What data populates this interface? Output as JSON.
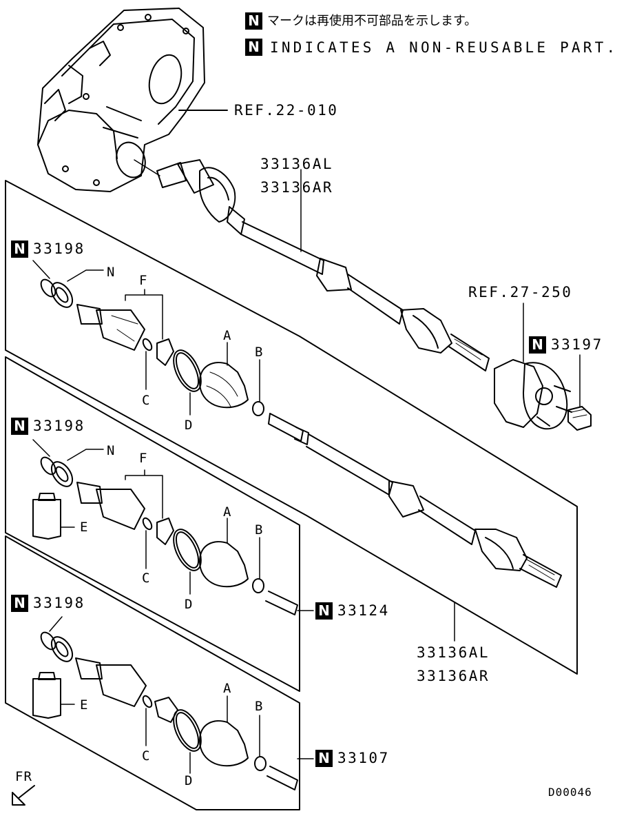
{
  "legend": {
    "badge": "N",
    "japanese": "マークは再使用不可部品を示します。",
    "english": "INDICATES A NON-REUSABLE PART."
  },
  "refs": {
    "transaxle": "REF.22-010",
    "hub": "REF.27-250"
  },
  "parts": {
    "shaft_top_l": "33136AL",
    "shaft_top_r": "33136AR",
    "shaft_bot_l": "33136AL",
    "shaft_bot_r": "33136AR",
    "nut": "33197",
    "ring_1": "33198",
    "ring_2": "33198",
    "ring_3": "33198",
    "kit_1": "33124",
    "kit_2": "33107"
  },
  "letters": {
    "N": "N",
    "F": "F",
    "C": "C",
    "D": "D",
    "A": "A",
    "B": "B",
    "E": "E"
  },
  "direction": "FR",
  "code": "D00046"
}
